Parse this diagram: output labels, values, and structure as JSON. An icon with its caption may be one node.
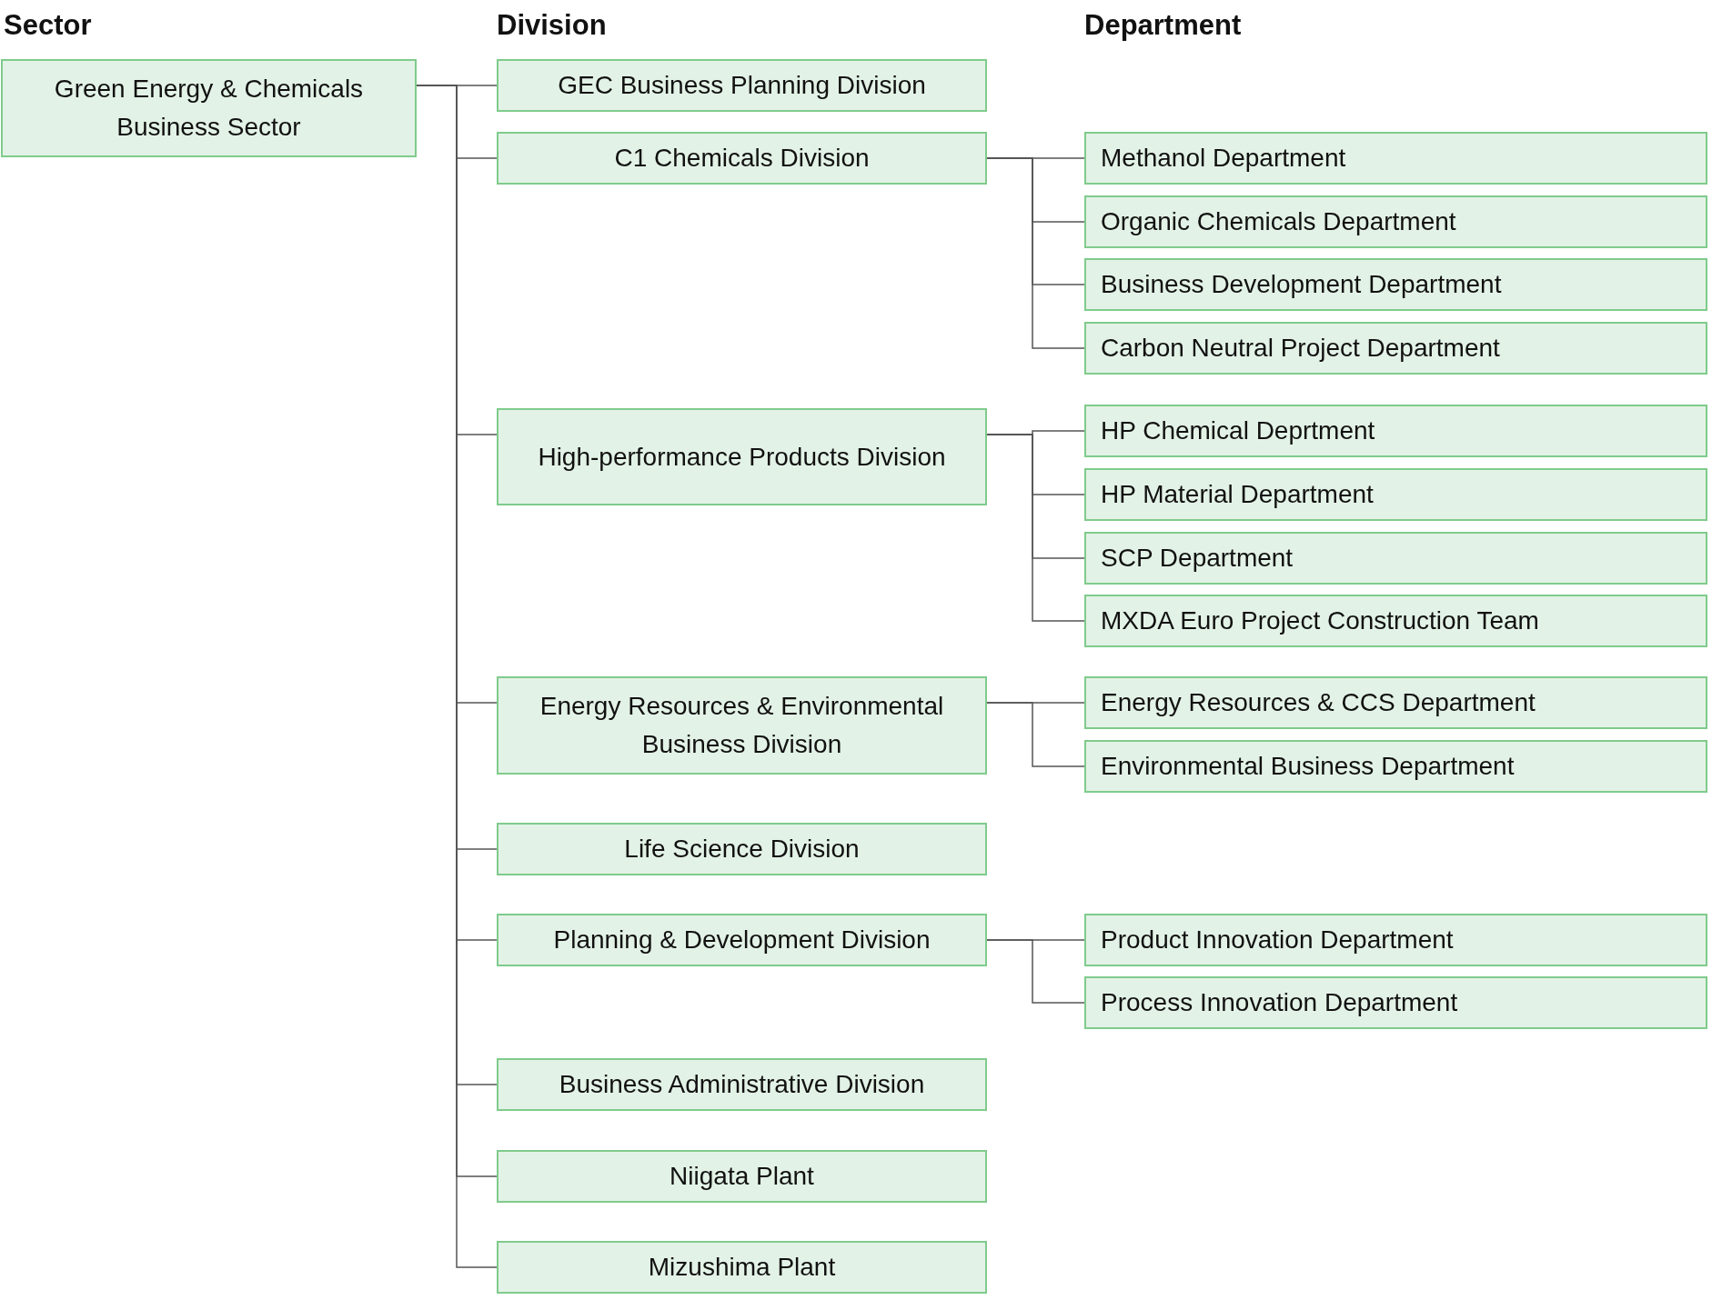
{
  "diagram": {
    "nodes": [
      {
        "text": [
          "Green Energy & Chemicals Business Sector"
        ]
      },
      {
        "text": [
          "GEC Business Planning Division"
        ]
      },
      {
        "text": [
          "C1 Chemicals Division"
        ]
      },
      {
        "text": [
          "Methanol Department"
        ]
      },
      {
        "text": [
          "Organic Chemicals Department"
        ]
      },
      {
        "text": [
          "Business Development Department"
        ]
      },
      {
        "text": [
          "Carbon Neutral Project Department"
        ]
      },
      {
        "text": [
          "High-performance Products Division"
        ]
      },
      {
        "text": [
          "HP Chemical Deprtment"
        ]
      },
      {
        "text": [
          "HP Material Department"
        ]
      },
      {
        "text": [
          "SCP Department"
        ]
      },
      {
        "text": [
          "MXDA Euro Project Construction Team"
        ]
      },
      {
        "text": [
          "Energy Resources & Environmental Business Division"
        ]
      },
      {
        "text": [
          "Energy Resources & CCS Department"
        ]
      },
      {
        "text": [
          "Environmental Business Department"
        ]
      },
      {
        "text": [
          "Life Science Division"
        ]
      },
      {
        "text": [
          "Planning & Development Division"
        ]
      },
      {
        "text": [
          "Product Innovation Department"
        ]
      },
      {
        "text": [
          "Process Innovation Department"
        ]
      },
      {
        "text": [
          "Business Administrative Division"
        ]
      },
      {
        "text": [
          "Niigata Plant"
        ]
      },
      {
        "text": [
          "Mizushima Plant"
        ]
      }
    ],
    "edges": [
      {
        "from": 0,
        "to": 1,
        "arrow": "none"
      },
      {
        "from": 0,
        "to": 2,
        "arrow": "none"
      },
      {
        "from": 2,
        "to": 3,
        "arrow": "none"
      },
      {
        "from": 2,
        "to": 4,
        "arrow": "none"
      },
      {
        "from": 2,
        "to": 5,
        "arrow": "none"
      },
      {
        "from": 2,
        "to": 6,
        "arrow": "none"
      },
      {
        "from": 0,
        "to": 7,
        "arrow": "none"
      },
      {
        "from": 7,
        "to": 8,
        "arrow": "none"
      },
      {
        "from": 7,
        "to": 9,
        "arrow": "none"
      },
      {
        "from": 7,
        "to": 10,
        "arrow": "none"
      },
      {
        "from": 7,
        "to": 11,
        "arrow": "none"
      },
      {
        "from": 0,
        "to": 12,
        "arrow": "none"
      },
      {
        "from": 12,
        "to": 13,
        "arrow": "none"
      },
      {
        "from": 12,
        "to": 14,
        "arrow": "none"
      },
      {
        "from": 0,
        "to": 15,
        "arrow": "none"
      },
      {
        "from": 0,
        "to": 16,
        "arrow": "none"
      },
      {
        "from": 16,
        "to": 17,
        "arrow": "none"
      },
      {
        "from": 16,
        "to": 18,
        "arrow": "none"
      },
      {
        "from": 0,
        "to": 19,
        "arrow": "none"
      },
      {
        "from": 0,
        "to": 20,
        "arrow": "none"
      },
      {
        "from": 0,
        "to": 21,
        "arrow": "none"
      }
    ],
    "labels": [
      "Sector",
      "Division",
      "Department"
    ]
  }
}
